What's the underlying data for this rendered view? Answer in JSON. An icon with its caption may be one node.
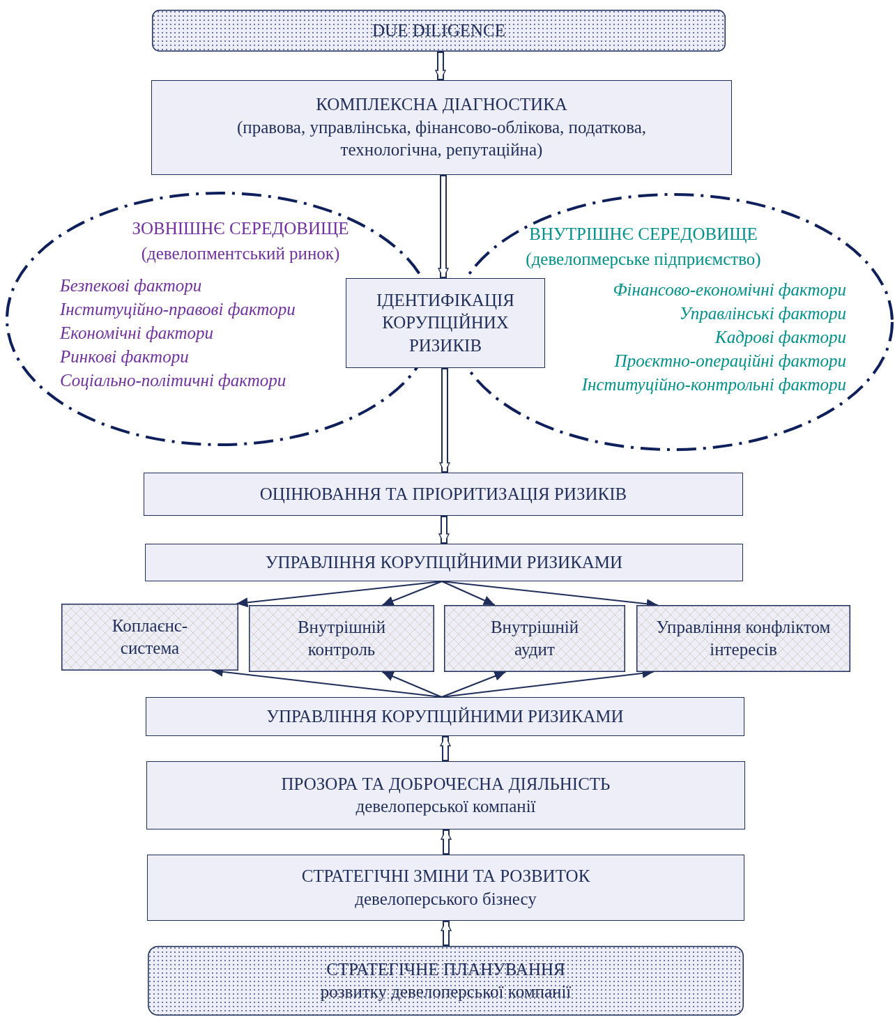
{
  "diagram": {
    "nodes": [
      {
        "text": [
          "DUE DILIGENCE"
        ]
      },
      {
        "text": [
          "КОМПЛЕКСНА ДІАГНОСТИКА",
          "(правова, управлінська, фінансово-облікова, податкова, технологічна, репутаційна)"
        ]
      },
      {
        "text": [
          "ЗОВНІШНЄ СЕРЕДОВИЩЕ",
          "(девелопментський ринок)",
          "Безпекові фактори",
          "Інституційно-правові фактори",
          "Економічні фактори",
          "Ринкові фактори",
          "Соціально-політичні фактори"
        ]
      },
      {
        "text": [
          "ВНУТРІШНЄ СЕРЕДОВИЩЕ",
          "(девелопмерське підприємство)",
          "Фінансово-економічні фактори",
          "Управлінські фактори",
          "Кадрові фактори",
          "Проєктно-операційні фактори",
          "Інституційно-контрольні фактори"
        ]
      },
      {
        "text": [
          "ІДЕНТИФІКАЦІЯ КОРУПЦІЙНИХ РИЗИКІВ"
        ]
      },
      {
        "text": [
          "ОЦІНЮВАННЯ ТА ПРІОРИТИЗАЦІЯ РИЗИКІВ"
        ]
      },
      {
        "text": [
          "УПРАВЛІННЯ КОРУПЦІЙНИМИ РИЗИКАМИ"
        ]
      },
      {
        "text": [
          "Коплаєнс-система"
        ]
      },
      {
        "text": [
          "Внутрішній контроль"
        ]
      },
      {
        "text": [
          "Внутрішній аудит"
        ]
      },
      {
        "text": [
          "Управління конфліктом інтересів"
        ]
      },
      {
        "text": [
          "УПРАВЛІННЯ КОРУПЦІЙНИМИ РИЗИКАМИ"
        ]
      },
      {
        "text": [
          "ПРОЗОРА ТА ДОБРОЧЕСНА ДІЯЛЬНІСТЬ",
          "девелоперської компанії"
        ]
      },
      {
        "text": [
          "СТРАТЕГІЧНІ ЗМІНИ ТА РОЗВИТОК",
          "девелоперського бізнесу"
        ]
      },
      {
        "text": [
          "СТРАТЕГІЧНЕ ПЛАНУВАННЯ",
          "розвитку девелоперської компанії"
        ]
      }
    ],
    "edges": [
      {
        "from": 0,
        "to": 1,
        "arrow": "to",
        "style": "thick"
      },
      {
        "from": 1,
        "to": 4,
        "arrow": "to",
        "style": "thick"
      },
      {
        "from": 4,
        "to": 5,
        "arrow": "to",
        "style": "thick"
      },
      {
        "from": 5,
        "to": 6,
        "arrow": "to",
        "style": "thick"
      },
      {
        "from": 6,
        "to": 7,
        "arrow": "to"
      },
      {
        "from": 6,
        "to": 8,
        "arrow": "to"
      },
      {
        "from": 6,
        "to": 9,
        "arrow": "to"
      },
      {
        "from": 6,
        "to": 10,
        "arrow": "to"
      },
      {
        "from": 11,
        "to": 7,
        "arrow": "to"
      },
      {
        "from": 11,
        "to": 8,
        "arrow": "to"
      },
      {
        "from": 11,
        "to": 9,
        "arrow": "to"
      },
      {
        "from": 11,
        "to": 10,
        "arrow": "to"
      },
      {
        "from": 12,
        "to": 11,
        "arrow": "to",
        "style": "thick"
      },
      {
        "from": 13,
        "to": 12,
        "arrow": "to",
        "style": "thick"
      },
      {
        "from": 14,
        "to": 13,
        "arrow": "to",
        "style": "thick"
      }
    ]
  }
}
